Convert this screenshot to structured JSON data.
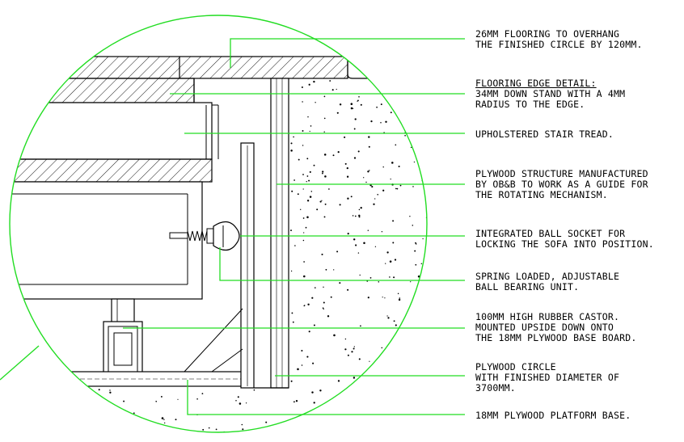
{
  "colors": {
    "leader": "#22dd22",
    "line": "#000000",
    "background": "#ffffff"
  },
  "labels": [
    {
      "id": "flooring",
      "lines": [
        "26MM FLOORING TO OVERHANG",
        "THE FINISHED CIRCLE BY 120MM."
      ]
    },
    {
      "id": "edge-detail",
      "heading": "FLOORING EDGE DETAIL:",
      "lines": [
        "34MM DOWN STAND WITH A 4MM",
        "RADIUS TO THE EDGE."
      ]
    },
    {
      "id": "stair-tread",
      "lines": [
        "UPHOLSTERED STAIR TREAD."
      ]
    },
    {
      "id": "plywood-structure",
      "lines": [
        "PLYWOOD STRUCTURE MANUFACTURED",
        "BY OB&B TO WORK AS A GUIDE FOR",
        "THE ROTATING MECHANISM."
      ]
    },
    {
      "id": "ball-socket",
      "lines": [
        "INTEGRATED BALL SOCKET FOR",
        "LOCKING THE SOFA INTO POSITION."
      ]
    },
    {
      "id": "spring-ball",
      "lines": [
        "SPRING LOADED, ADJUSTABLE",
        "BALL BEARING UNIT."
      ]
    },
    {
      "id": "castor",
      "lines": [
        "100MM HIGH RUBBER CASTOR.",
        "MOUNTED UPSIDE DOWN ONTO",
        "THE 18MM PLYWOOD BASE BOARD."
      ]
    },
    {
      "id": "plywood-circle",
      "lines": [
        "PLYWOOD CIRCLE",
        "WITH FINISHED DIAMETER OF",
        "3700MM."
      ]
    },
    {
      "id": "platform-base",
      "lines": [
        "18MM PLYWOOD PLATFORM BASE."
      ]
    }
  ]
}
